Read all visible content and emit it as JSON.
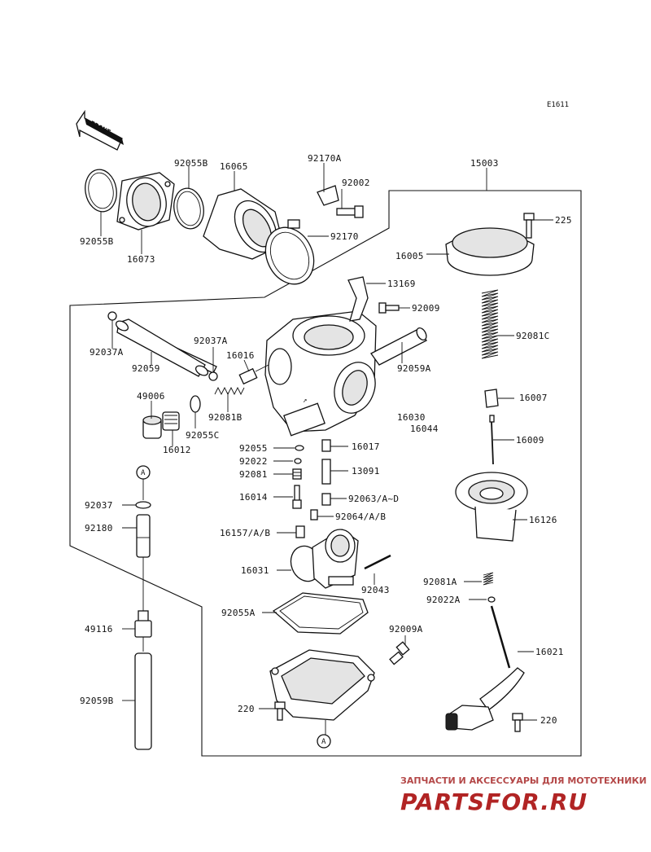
{
  "diagram_code": "E1611",
  "front_label": "FRONT",
  "labels": {
    "p15003": "15003",
    "p92055B_top": "92055B",
    "p16065": "16065",
    "p92170A": "92170A",
    "p92002": "92002",
    "p225": "225",
    "p92055B_bottom": "92055B",
    "p16073": "16073",
    "p92170": "92170",
    "p16005": "16005",
    "p13169": "13169",
    "p92009": "92009",
    "p92081C": "92081C",
    "p92037A_left": "92037A",
    "p92037A_mid": "92037A",
    "p16016": "16016",
    "p92059": "92059",
    "p92059A": "92059A",
    "p49006": "49006",
    "p16007": "16007",
    "p92081B": "92081B",
    "p16030": "16030",
    "p16044": "16044",
    "p92055C": "92055C",
    "p16012": "16012",
    "p92055": "92055",
    "p16017": "16017",
    "p16009": "16009",
    "p92022": "92022",
    "p92081": "92081",
    "p13091": "13091",
    "pA_top": "A",
    "p16014": "16014",
    "p92063": "92063/A~D",
    "p92037": "92037",
    "p92064": "92064/A/B",
    "p92180": "92180",
    "p16126": "16126",
    "p16157": "16157/A/B",
    "p16031": "16031",
    "p92043": "92043",
    "p92081A": "92081A",
    "p92022A": "92022A",
    "p92055A": "92055A",
    "p49116": "49116",
    "p92009A": "92009A",
    "p16021": "16021",
    "p92059B": "92059B",
    "p220_left": "220",
    "p220_right": "220",
    "pA_bottom": "A"
  },
  "watermark": {
    "line1": "ЗАПЧАСТИ И АКСЕССУАРЫ ДЛЯ МОТОТЕХНИКИ",
    "line2": "PARTSFOR.RU"
  },
  "colors": {
    "ink": "#111111",
    "watermark": "#b12424"
  }
}
